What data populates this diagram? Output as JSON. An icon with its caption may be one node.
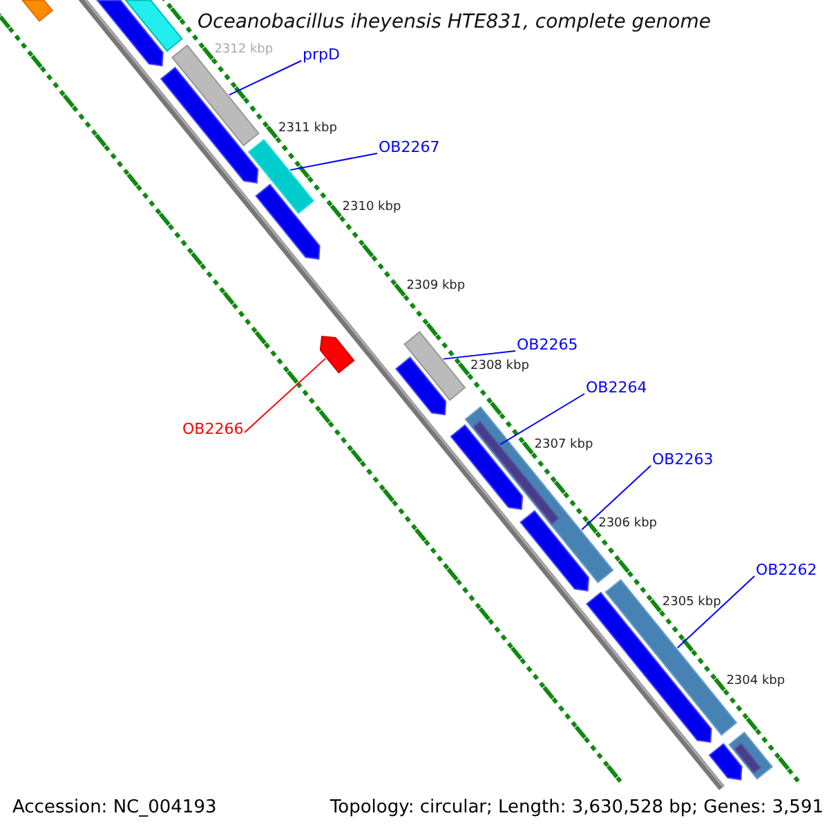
{
  "diagram": {
    "title": "Oceanobacillus iheyensis HTE831, complete genome",
    "nodes": [
      {
        "text": [
          "prpD"
        ]
      },
      {
        "text": [
          "OB2267"
        ]
      },
      {
        "text": [
          "OB2265"
        ]
      },
      {
        "text": [
          "OB2264"
        ]
      },
      {
        "text": [
          "OB2263"
        ]
      },
      {
        "text": [
          "OB2262"
        ]
      },
      {
        "text": [
          "OB2266"
        ]
      },
      {
        "text": [],
        "shape": "bar"
      },
      {
        "text": [],
        "shape": "bar"
      },
      {
        "text": [],
        "shape": "bar"
      },
      {
        "text": [],
        "shape": "bar"
      },
      {
        "text": [],
        "shape": "bar",
        "in": 10
      },
      {
        "text": [],
        "shape": "bar"
      },
      {
        "text": [],
        "shape": "arrow"
      },
      {
        "text": [],
        "shape": "bar"
      },
      {
        "text": [],
        "shape": "bar"
      },
      {
        "text": [],
        "shape": "arrow"
      },
      {
        "text": [],
        "shape": "arrow"
      },
      {
        "text": [],
        "shape": "arrow"
      },
      {
        "text": [],
        "shape": "arrow"
      },
      {
        "text": [],
        "shape": "arrow"
      },
      {
        "text": [],
        "shape": "arrow"
      },
      {
        "text": [],
        "shape": "arrow"
      },
      {
        "text": [],
        "shape": "arrow"
      },
      {
        "text": [],
        "shape": "bar"
      },
      {
        "text": [],
        "shape": "bar",
        "in": 24
      }
    ],
    "edges": [
      {
        "from": 0,
        "to": 7,
        "arrow": "none"
      },
      {
        "from": 1,
        "to": 8,
        "arrow": "none"
      },
      {
        "from": 2,
        "to": 9,
        "arrow": "none"
      },
      {
        "from": 3,
        "to": 11,
        "arrow": "none"
      },
      {
        "from": 4,
        "to": 10,
        "arrow": "none"
      },
      {
        "from": 5,
        "to": 12,
        "arrow": "none"
      },
      {
        "from": 6,
        "to": 13,
        "arrow": "none",
        "color": "#ff0000"
      }
    ],
    "labels": [
      "2312 kbp",
      "2311 kbp",
      "2310 kbp",
      "2309 kbp",
      "2308 kbp",
      "2307 kbp",
      "2306 kbp",
      "2305 kbp",
      "2304 kbp",
      "Accession: NC_004193",
      "Topology: circular; Length: 3,630,528 bp; Genes: 3,591"
    ]
  }
}
